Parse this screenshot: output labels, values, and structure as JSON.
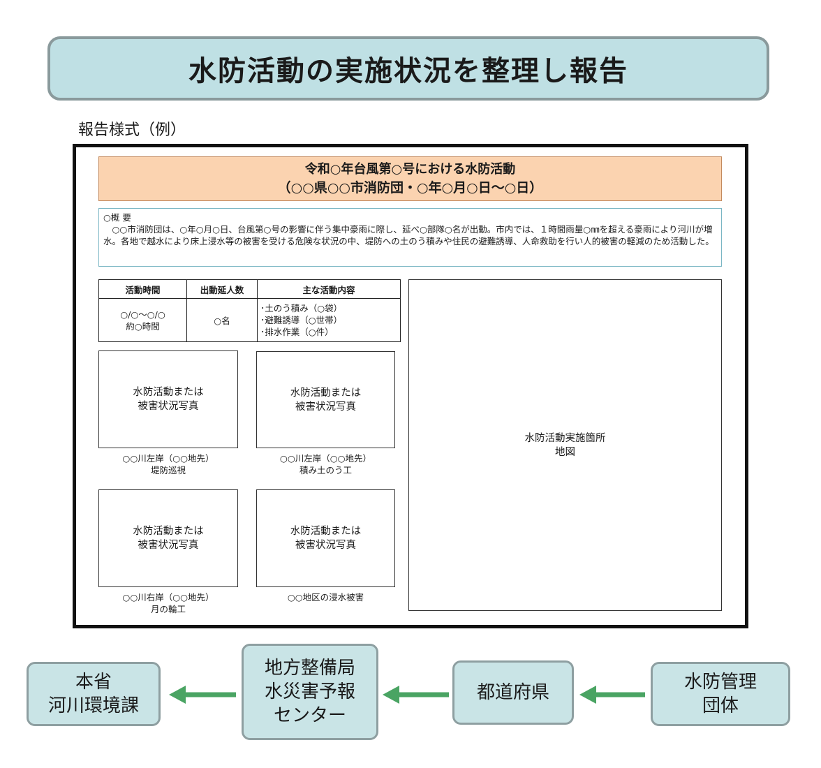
{
  "banner": {
    "title": "水防活動の実施状況を整理し報告"
  },
  "subtitle": "報告様式（例）",
  "report": {
    "title_line1": "令和○年台風第○号における水防活動",
    "title_line2": "（○○県○○市消防団・○年○月○日～○日）",
    "summary_heading": "○概  要",
    "summary_text": "○○市消防団は、○年○月○日、台風第○号の影響に伴う集中豪雨に際し、延べ○部隊○名が出動。市内では、１時間雨量○㎜を超える豪雨により河川が増水。各地で越水により床上浸水等の被害を受ける危険な状況の中、堤防への土のう積みや住民の避難誘導、人命救助を行い人的被害の軽減のため活動した。",
    "table": {
      "headers": [
        "活動時間",
        "出動延人数",
        "主な活動内容"
      ],
      "time_line1": "○/○～○/○",
      "time_line2": "約○時間",
      "people": "○名",
      "activities": [
        "･土のう積み（○袋）",
        "･避難誘導（○世帯）",
        "･排水作業（○件）"
      ]
    },
    "photos": [
      {
        "label_line1": "水防活動または",
        "label_line2": "被害状況写真",
        "caption_line1": "○○川左岸（○○地先）",
        "caption_line2": "堤防巡視"
      },
      {
        "label_line1": "水防活動または",
        "label_line2": "被害状況写真",
        "caption_line1": "○○川左岸（○○地先）",
        "caption_line2": "積み土のう工"
      },
      {
        "label_line1": "水防活動または",
        "label_line2": "被害状況写真",
        "caption_line1": "○○川右岸（○○地先）",
        "caption_line2": "月の輪工"
      },
      {
        "label_line1": "水防活動または",
        "label_line2": "被害状況写真",
        "caption_line1": "○○地区の浸水被害",
        "caption_line2": ""
      }
    ],
    "map": {
      "line1": "水防活動実施箇所",
      "line2": "地図"
    }
  },
  "flow": {
    "nodes": [
      {
        "line1": "本省",
        "line2": "河川環境課",
        "line3": ""
      },
      {
        "line1": "地方整備局",
        "line2": "水災害予報",
        "line3": "センター"
      },
      {
        "line1": "都道府県",
        "line2": "",
        "line3": ""
      },
      {
        "line1": "水防管理",
        "line2": "団体",
        "line3": ""
      }
    ],
    "arrow_color": "#4aa463"
  }
}
